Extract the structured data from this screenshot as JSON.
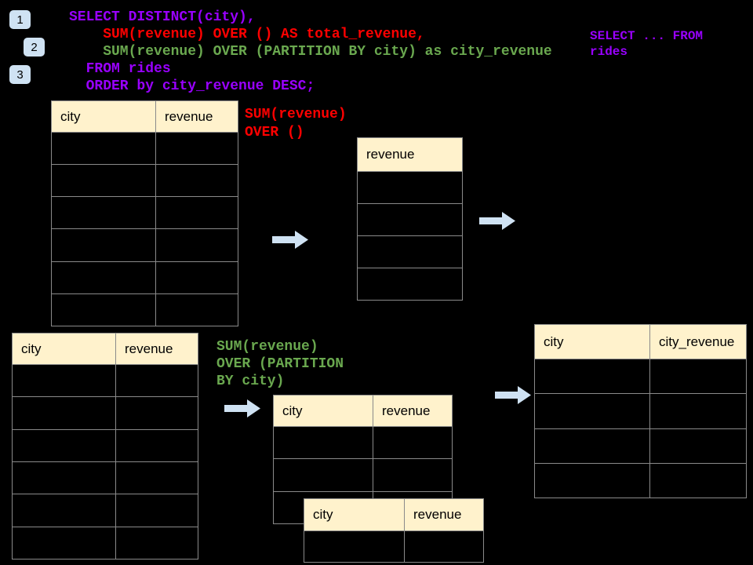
{
  "badges": [
    {
      "label": "1"
    },
    {
      "label": "2"
    },
    {
      "label": "3"
    }
  ],
  "sql_code": {
    "lines": [
      {
        "text": "SELECT DISTINCT(city),",
        "color": "#9900ff"
      },
      {
        "text": "    SUM(revenue) OVER () AS total_revenue,",
        "color": "#ff0000"
      },
      {
        "text": "    SUM(revenue) OVER (PARTITION BY city) as city_revenue",
        "color": "#6aa84f"
      },
      {
        "text": "  FROM rides",
        "color": "#9900ff"
      },
      {
        "text": "  ORDER by city_revenue DESC;",
        "color": "#9900ff"
      }
    ]
  },
  "side_code": {
    "lines": [
      {
        "text": "SELECT ... FROM",
        "color": "#9900ff"
      },
      {
        "text": "rides",
        "color": "#9900ff"
      }
    ]
  },
  "label_total": {
    "lines": [
      {
        "text": "SUM(revenue)",
        "color": "#ff0000"
      },
      {
        "text": "OVER ()",
        "color": "#ff0000"
      }
    ]
  },
  "label_partition": {
    "lines": [
      {
        "text": "SUM(revenue)",
        "color": "#6aa84f"
      },
      {
        "text": "OVER (PARTITION",
        "color": "#6aa84f"
      },
      {
        "text": "BY city)",
        "color": "#6aa84f"
      }
    ]
  },
  "tables": {
    "source_top": {
      "name": "source-rides-table-top",
      "headers": [
        "city",
        "revenue"
      ],
      "body_rows": 6
    },
    "total_result": {
      "name": "total-revenue-result-table",
      "headers": [
        "revenue"
      ],
      "body_rows": 4
    },
    "source_bottom": {
      "name": "source-rides-table-bottom",
      "headers": [
        "city",
        "revenue"
      ],
      "body_rows": 6
    },
    "partition_mid": {
      "name": "partition-step-table",
      "headers": [
        "city",
        "revenue"
      ],
      "body_rows": 3
    },
    "partition_overlay": {
      "name": "partition-overlay-table",
      "headers": [
        "city",
        "revenue"
      ],
      "body_rows": 1
    },
    "final_result": {
      "name": "city-revenue-result-table",
      "headers": [
        "city",
        "city_revenue"
      ],
      "body_rows": 4
    }
  },
  "colors": {
    "background": "#000000",
    "header_fill": "#fff2cc",
    "table_border": "#8a8a8a",
    "arrow_fill": "#cfe2f3",
    "badge_fill": "#cfe2f3",
    "sql_purple": "#9900ff",
    "sql_red": "#ff0000",
    "sql_green": "#6aa84f"
  }
}
